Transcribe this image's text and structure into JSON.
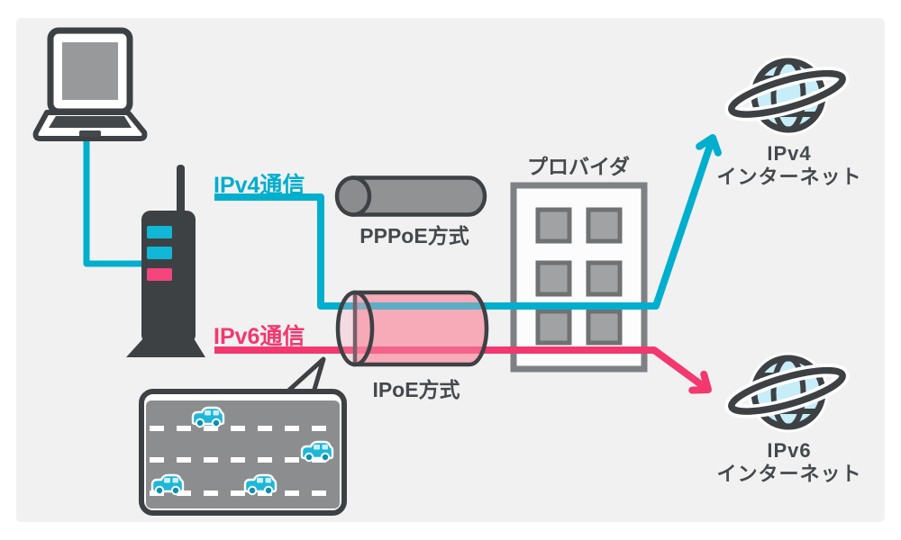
{
  "diagram": {
    "type": "network-diagram",
    "topic": "PPPoE vs IPoE connection methods"
  },
  "labels": {
    "ipv4_traffic": "IPv4通信",
    "ipv6_traffic": "IPv6通信",
    "pppoe_method": "PPPoE方式",
    "ipoe_method": "IPoE方式",
    "provider": "プロバイダ",
    "ipv4_internet_line1": "IPv4",
    "ipv4_internet_line2": "インターネット",
    "ipv6_internet_line1": "IPv6",
    "ipv6_internet_line2": "インターネット"
  },
  "colors": {
    "cyan_accent": "#00aecd",
    "pink_accent": "#f2386f",
    "dark_outline": "#3e4144",
    "text_dark": "#46494c",
    "pppoe_tube_gray": "#909294",
    "ipoe_tube_pink": "#f7aab9",
    "road_gray": "#8b8d8f",
    "globe_fill": "#c7edf8",
    "board_background": "#f1f1f2",
    "car_cyan": "#1db7d9"
  },
  "icons": [
    "laptop-icon",
    "router-icon",
    "pppoe-tube-icon",
    "ipoe-tube-icon",
    "provider-building-icon",
    "ipv4-globe-icon",
    "ipv6-globe-icon",
    "highway-speech-bubble",
    "car-icon"
  ]
}
